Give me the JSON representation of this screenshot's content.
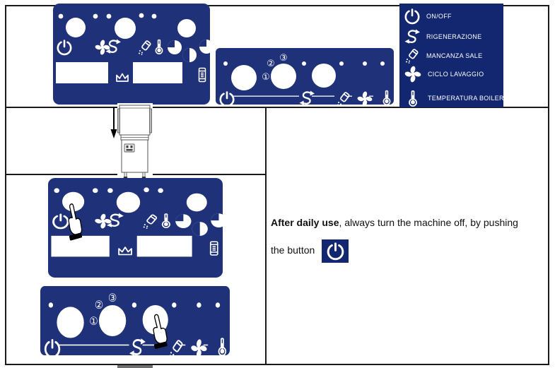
{
  "colors": {
    "panel_blue": "#1f3179",
    "legend_blue": "#12276f",
    "table_border": "#1a1a1a",
    "icon_white": "#ffffff"
  },
  "legend": {
    "items": [
      {
        "icon": "power-icon",
        "label": "ON/OFF"
      },
      {
        "icon": "regeneration-icon",
        "label": "RIGENERAZIONE"
      },
      {
        "icon": "salt-shaker-icon",
        "label": "MANCANZA SALE"
      },
      {
        "icon": "fan-icon",
        "label": "CICLO LAVAGGIO"
      },
      {
        "icon": "thermometer-icon",
        "label": "TEMPERATURA BOILER"
      }
    ]
  },
  "steps": {
    "labels": [
      "①",
      "②",
      "③"
    ]
  },
  "instruction": {
    "bold": "After daily use",
    "rest": ", always turn the machine off, by pushing",
    "line2": "the button"
  }
}
